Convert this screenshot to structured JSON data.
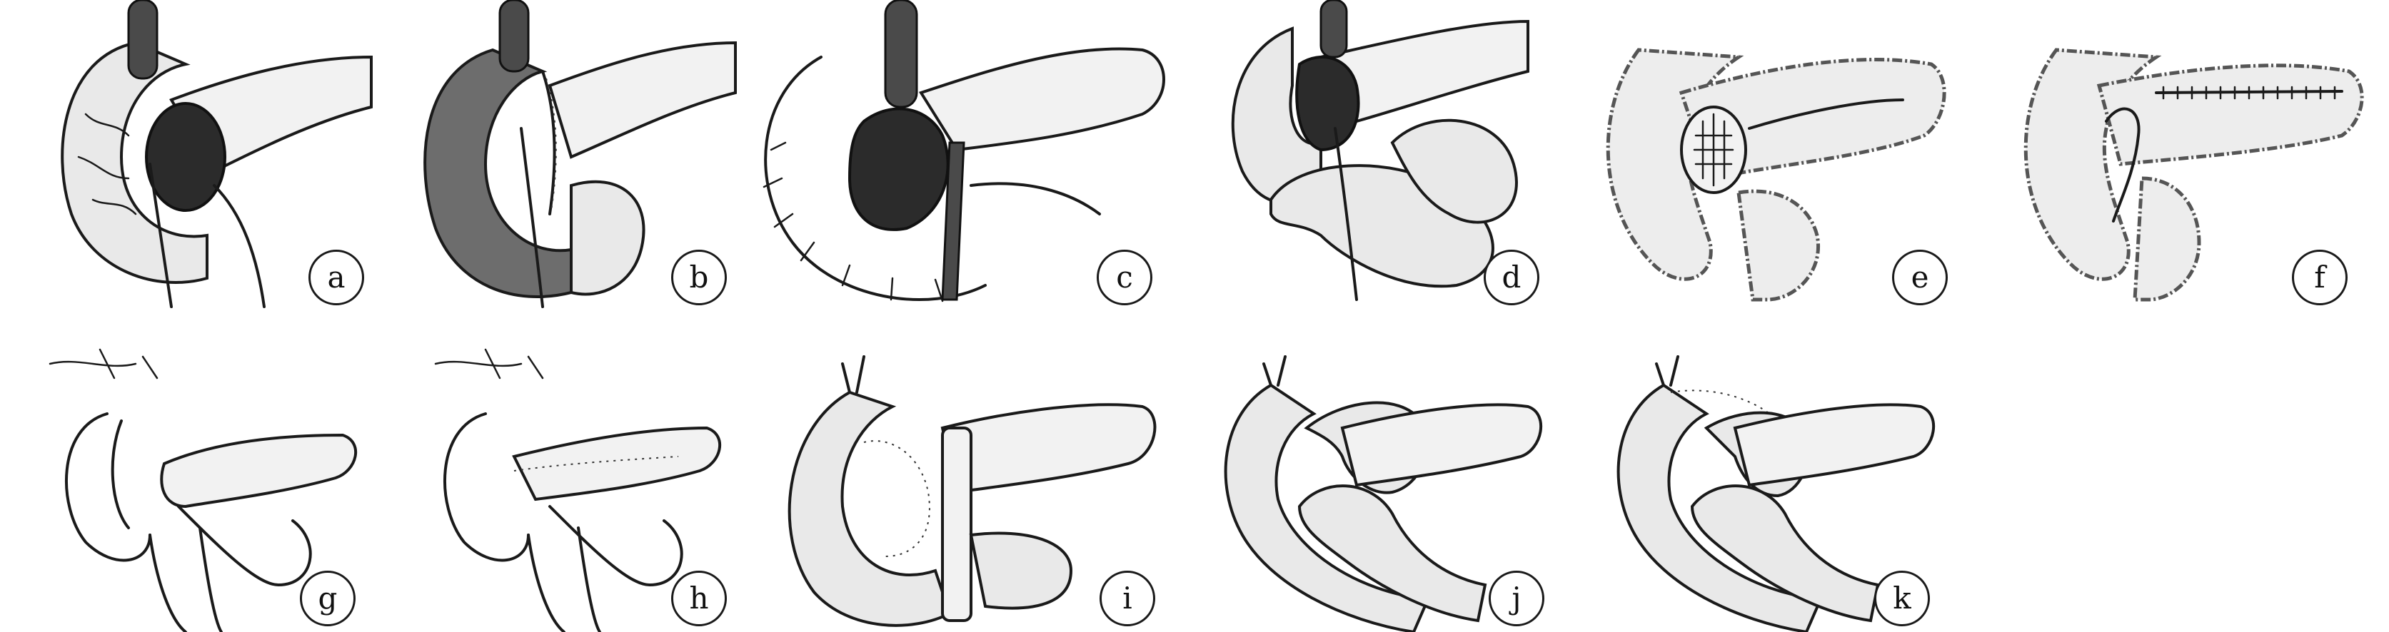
{
  "panels": [
    {
      "id": "a",
      "label": "a"
    },
    {
      "id": "b",
      "label": "b"
    },
    {
      "id": "c",
      "label": "c"
    },
    {
      "id": "d",
      "label": "d"
    },
    {
      "id": "e",
      "label": "e"
    },
    {
      "id": "f",
      "label": "f"
    },
    {
      "id": "g",
      "label": "g"
    },
    {
      "id": "h",
      "label": "h"
    },
    {
      "id": "i",
      "label": "i"
    },
    {
      "id": "j",
      "label": "j"
    },
    {
      "id": "k",
      "label": "k"
    }
  ]
}
